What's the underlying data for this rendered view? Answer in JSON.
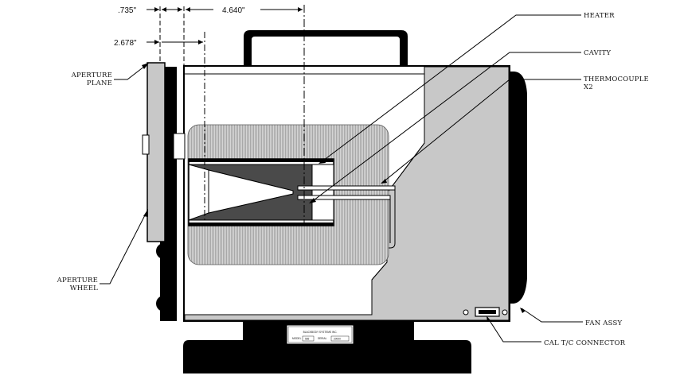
{
  "dimensions": {
    "d1": ".735\"",
    "d2": "4.640\"",
    "d3": "2.678\""
  },
  "labels": {
    "heater": "HEATER",
    "cavity": "CAVITY",
    "thermocouple_line1": "THERMOCOUPLE",
    "thermocouple_line2": "X2",
    "aperture_plane_line1": "APERTURE",
    "aperture_plane_line2": "PLANE",
    "aperture_wheel_line1": "APERTURE",
    "aperture_wheel_line2": "WHEEL",
    "fan_assy": "FAN ASSY",
    "cal_tc_connector": "CAL T/C CONNECTOR"
  },
  "nameplate": {
    "line1": "BLACKBODY SYSTEMS INC.",
    "model_label": "MODEL",
    "model_value": "565",
    "serial_label": "SERIAL",
    "serial_value": "20000"
  },
  "colors": {
    "outline": "#000000",
    "body_gray": "#c8c8c8",
    "heater_gray": "#cfcfcf",
    "cavity_dark": "#4a4a4a"
  }
}
